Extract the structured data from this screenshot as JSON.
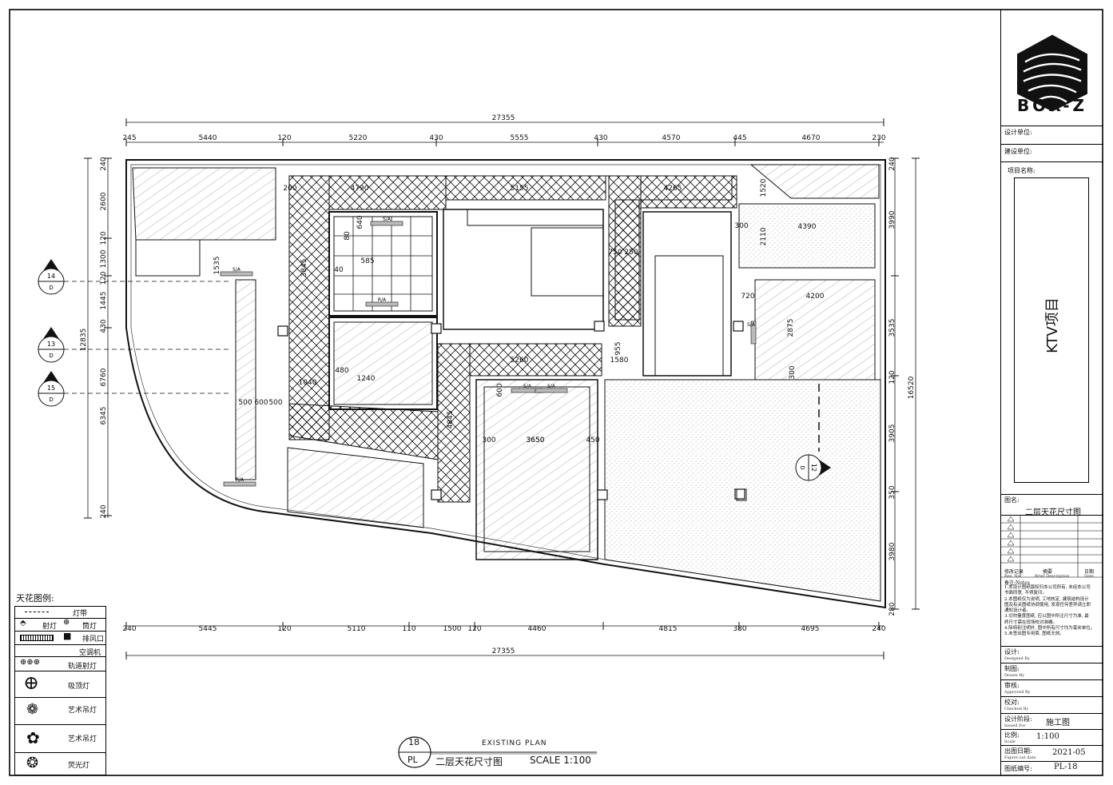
{
  "brand": "BOX-Z",
  "title_block": {
    "design_unit": "设计单位:",
    "client_unit": "建设单位:",
    "project_label": "项目名称:",
    "project_name": "KTV项目",
    "drawing_label": "图名:",
    "drawing_name": "二层天花尺寸图",
    "revision_label": "修改记录",
    "revision_sub": "Rev. No.",
    "brief_label": "摘要",
    "brief_sub": "Brief Description",
    "date_label": "日期",
    "date_sub": "Date",
    "notes_label": "备注:Notes",
    "notes": [
      "1.本设计图纸版权归本公司所有, 未经本公司",
      "书面同意, 不得复印。",
      "2.本图纸仅为说明, 工地核定, 建筑结构设计",
      "图及有关图纸协调使用, 发现任何差异请立即",
      "通知设计者。",
      "3.切勿量度图纸, 应以图中所注尺寸为准, 最",
      "终尺寸需在现场校对准确。",
      "4.除特别注明外, 图中所有尺寸均为毫米单位。",
      "5.未签出图专用章, 图纸无效。"
    ],
    "design_by_label": "设计:",
    "design_by_sub": "Designed By",
    "drawn_by_label": "制图:",
    "drawn_by_sub": "Drawn By",
    "approved_label": "审核:",
    "approved_sub": "Approved By",
    "checked_label": "校对:",
    "checked_sub": "Checked By",
    "stage_label": "设计阶段:",
    "stage_sub": "Issued For",
    "stage_value": "施工图",
    "scale_label": "比例:",
    "scale_sub": "Scale",
    "scale_value": "1:100",
    "date2_label": "出图日期:",
    "date2_sub": "Figure out date",
    "date2_value": "2021-05",
    "sheet_label": "图纸编号:",
    "sheet_value": "PL-18"
  },
  "legend": {
    "title": "天花图例:",
    "items": [
      "灯带",
      "射灯",
      "筒灯",
      "排风口",
      "空调机",
      "轨道射灯",
      "吸顶灯",
      "艺术吊灯",
      "艺术吊灯",
      "荧光灯"
    ]
  },
  "drawing_title": {
    "number": "18",
    "code": "PL",
    "heading": "EXISTING PLAN",
    "name": "二层天花尺寸图",
    "scale": "SCALE 1:100"
  },
  "dimensions": {
    "overall": "27355",
    "top": [
      "245",
      "5440",
      "120",
      "5220",
      "430",
      "5555",
      "430",
      "4570",
      "445",
      "4670",
      "230"
    ],
    "bottom": [
      "240",
      "5445",
      "120",
      "5110",
      "110",
      "1500",
      "120",
      "4460",
      "4815",
      "380",
      "4695",
      "240"
    ],
    "left": [
      "240",
      "2600",
      "120",
      "1300",
      "120",
      "1445",
      "430",
      "6760",
      "6345",
      "240"
    ],
    "left_total": "12835",
    "right": [
      "240",
      "3990",
      "3535",
      "120",
      "3905",
      "350",
      "3980",
      "280"
    ],
    "right_total": "16520",
    "interior": [
      "4790",
      "5155",
      "4265",
      "4390",
      "4200",
      "2875",
      "2110",
      "1520",
      "720",
      "5260",
      "3650",
      "1580",
      "955",
      "1240",
      "1040",
      "3845",
      "3650",
      "500",
      "600",
      "500",
      "200",
      "300",
      "300",
      "300",
      "450",
      "600",
      "480",
      "1535",
      "585",
      "640",
      "80",
      "40",
      "4845",
      "250",
      "750"
    ]
  },
  "sections": [
    {
      "num": "14",
      "sheet": "D"
    },
    {
      "num": "13",
      "sheet": "D"
    },
    {
      "num": "15",
      "sheet": "D"
    },
    {
      "num": "12",
      "sheet": "D"
    }
  ],
  "tags": [
    "S/A",
    "R/A"
  ]
}
